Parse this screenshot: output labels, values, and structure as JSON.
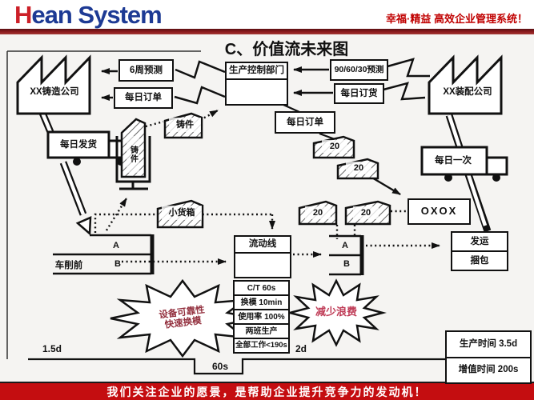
{
  "header": {
    "logo_h": "H",
    "logo_rest": "ean System",
    "slogan": "幸福·精益 高效企业管理系统！"
  },
  "title": "C、价值流未来图",
  "factories": {
    "left": "XX铸造公司",
    "right": "XX装配公司"
  },
  "production_control": "生产控制部门",
  "info_flow": {
    "forecast_6w": "6周预测",
    "daily_order_left": "每日订单",
    "forecast_90_60_30": "90/60/30预测",
    "daily_purchase": "每日订货",
    "daily_order_center": "每日订单"
  },
  "logistics": {
    "ship_daily": "每日发货",
    "once_daily": "每日一次"
  },
  "kanban_cards": {
    "casting": "铸件",
    "post_card": "铸件",
    "small_box": "小货箱",
    "batch_1": "20",
    "batch_2": "20",
    "batch_3": "20",
    "batch_4": "20"
  },
  "process": {
    "pre_lathe": "车削前",
    "lane_a_left": "A",
    "lane_b_left": "B",
    "lane_a_right": "A",
    "lane_b_right": "B",
    "flow_line": "流动线",
    "heijunka": "OXOX",
    "shipping": "发运",
    "packing": "捆包",
    "data_rows": [
      "C/T 60s",
      "换模 10min",
      "使用率 100%",
      "两班生产",
      "全部工作<190s"
    ]
  },
  "kaizen": {
    "left_line1": "设备可靠性",
    "left_line2": "快速换模",
    "right": "减少浪费"
  },
  "timeline": {
    "t1": "1.5d",
    "t2": "60s",
    "t3": "2d",
    "production_time": "生产时间 3.5d",
    "value_added_time": "增值时间 200s"
  },
  "footer": {
    "banner": "我们关注企业的愿景，是帮助企业提升竞争力的发动机！"
  },
  "colors": {
    "banner_bg": "#c40d10",
    "slogan_red": "#c00000",
    "logo_h_red": "#cc2028",
    "logo_blue": "#1d3a94",
    "divider_maroon": "#8e1b1e",
    "kaizen_left_text": "#93303e",
    "kaizen_right_text": "#bf3b56",
    "line_black": "#111111"
  }
}
